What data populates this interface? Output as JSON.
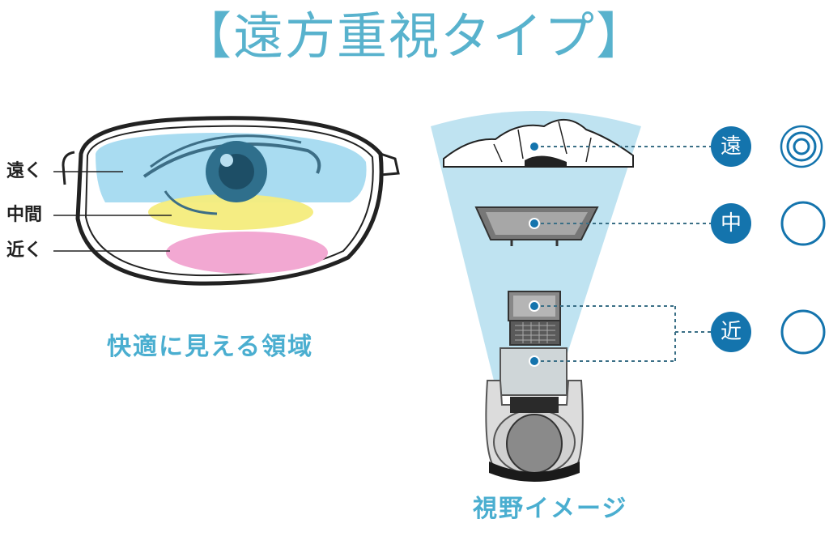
{
  "title": "【遠方重視タイプ】",
  "lens": {
    "zones": [
      {
        "label": "遠く",
        "color": "#a9dcf1"
      },
      {
        "label": "中間",
        "color": "#f4ec7c"
      },
      {
        "label": "近く",
        "color": "#f2a8d2"
      }
    ],
    "caption": "快適に見える領域"
  },
  "vision": {
    "levels": [
      {
        "badge": "遠",
        "mark": "double-circle"
      },
      {
        "badge": "中",
        "mark": "circle"
      },
      {
        "badge": "近",
        "mark": "circle"
      }
    ],
    "caption": "視野イメージ"
  },
  "colors": {
    "accent": "#58b2cd",
    "badge": "#1474ad",
    "fan": "#bfe3f1"
  }
}
